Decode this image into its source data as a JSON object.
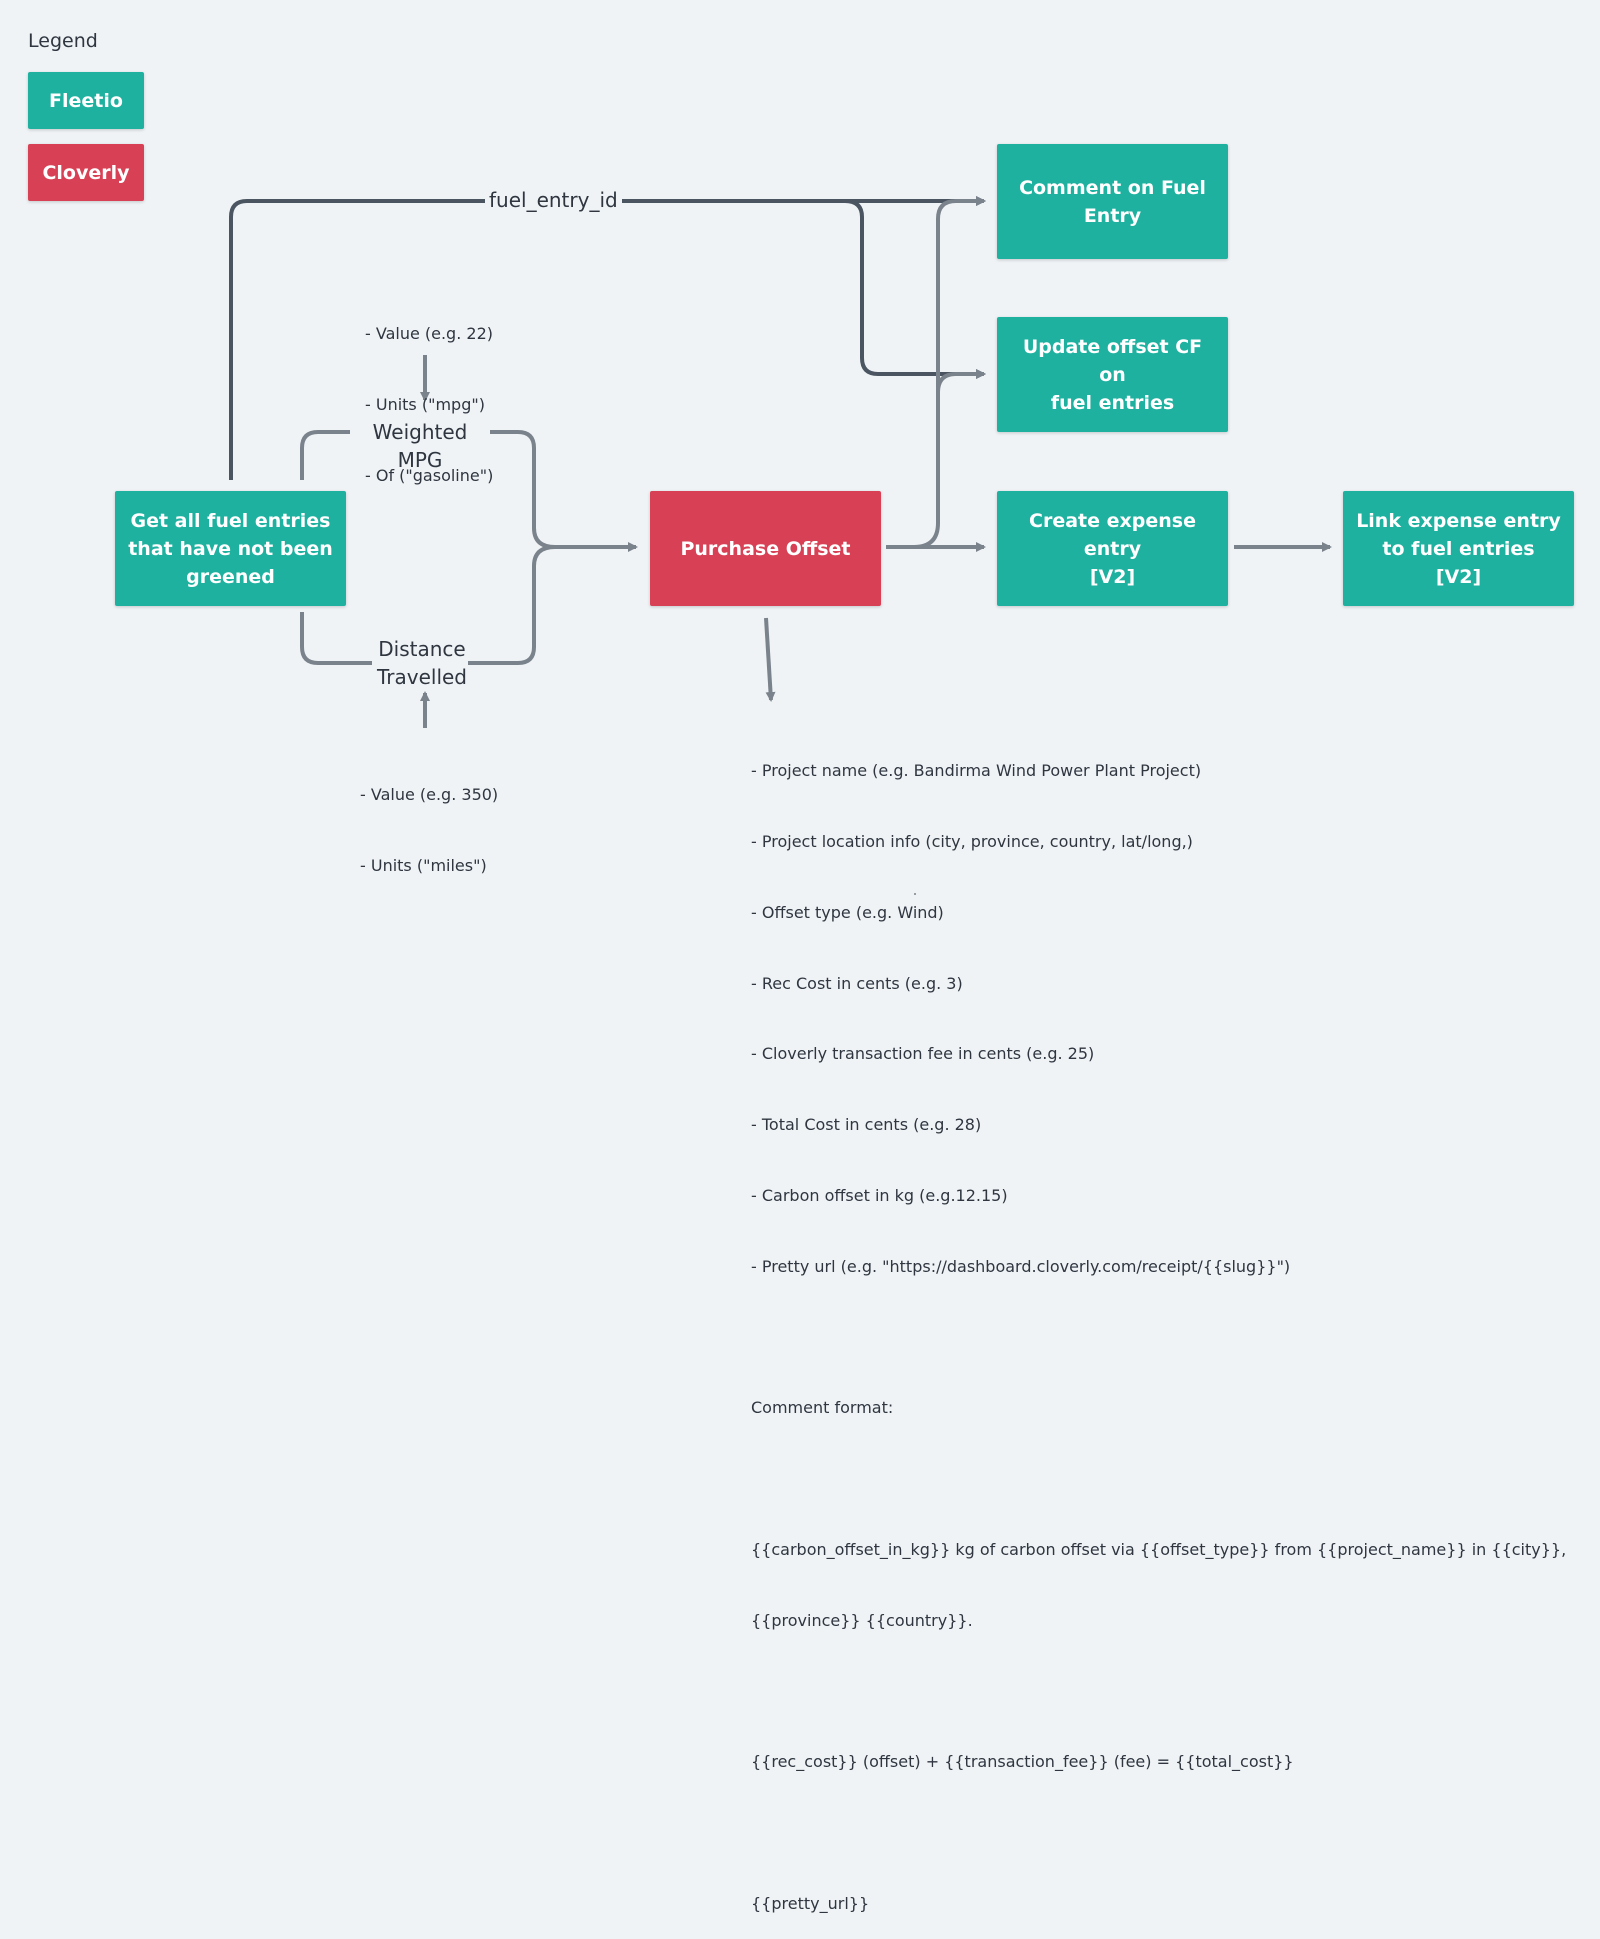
{
  "legend": {
    "title": "Legend",
    "fleetio": {
      "label": "Fleetio",
      "color": "#1eb1a0"
    },
    "cloverly": {
      "label": "Cloverly",
      "color": "#d84155"
    }
  },
  "nodes": {
    "get_fuel_entries": "Get all fuel entries\nthat have not been\ngreened",
    "purchase_offset": "Purchase Offset",
    "comment_fuel_entry": "Comment on Fuel\nEntry",
    "update_offset_cf": "Update offset CF on\nfuel entries",
    "create_expense": "Create expense entry\n[V2]",
    "link_expense": "Link expense entry\nto fuel entries\n[V2]"
  },
  "labels": {
    "weighted_mpg": "Weighted MPG",
    "distance_travelled": "Distance\nTravelled",
    "fuel_entry_id": "fuel_entry_id"
  },
  "notes": {
    "mpg": [
      "- Value (e.g. 22)",
      "- Units (\"mpg\")",
      "- Of (\"gasoline\")"
    ],
    "distance": [
      "- Value (e.g. 350)",
      "- Units (\"miles\")"
    ],
    "offset_details": [
      "- Project name (e.g. Bandirma Wind Power Plant Project)",
      "- Project location info (city, province, country, lat/long,)",
      "- Offset type (e.g. Wind)",
      "- Rec Cost in cents (e.g. 3)",
      "- Cloverly transaction fee in cents (e.g. 25)",
      "- Total Cost in cents (e.g. 28)",
      "- Carbon offset in kg (e.g.12.15)",
      "- Pretty url (e.g. \"https://dashboard.cloverly.com/receipt/{{slug}}\")",
      "",
      "Comment format:",
      "",
      "{{carbon_offset_in_kg}} kg of carbon offset via {{offset_type}} from {{project_name}} in {{city}},",
      "{{province}} {{country}}.",
      "",
      "{{rec_cost}} (offset) + {{transaction_fee}} (fee) = {{total_cost}}",
      "",
      "{{pretty_url}}"
    ]
  },
  "colors": {
    "connector": "#7a828b",
    "connector_dark": "#4a5561",
    "background": "#eff3f6"
  }
}
